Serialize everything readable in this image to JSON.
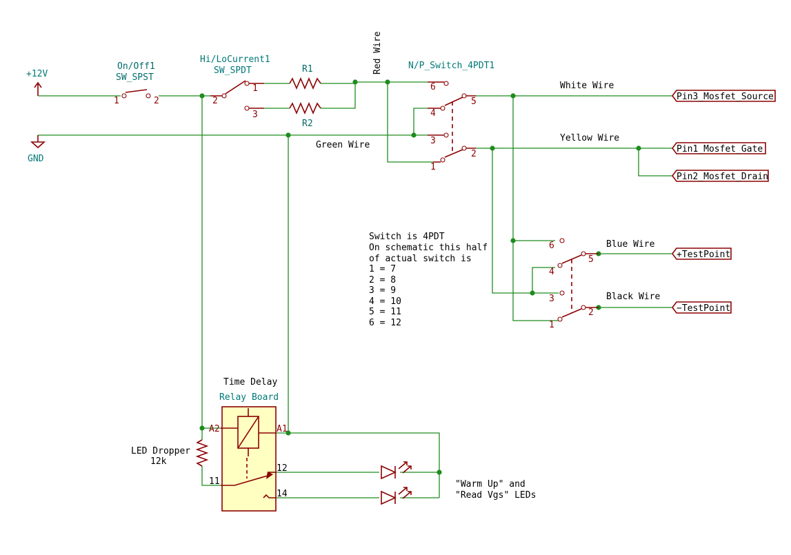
{
  "power": {
    "vcc": "+12V",
    "gnd": "GND"
  },
  "components": {
    "sw1": {
      "ref": "On/Off1",
      "value": "SW_SPST",
      "pins": [
        "1",
        "2"
      ]
    },
    "sw2": {
      "ref": "Hi/LoCurrent1",
      "value": "SW_SPDT",
      "pins": [
        "2",
        "1",
        "3"
      ]
    },
    "r1": {
      "ref": "R1"
    },
    "r2": {
      "ref": "R2"
    },
    "sw3": {
      "ref": "N/P_Switch_4PDT1",
      "pins_top": [
        "6",
        "4",
        "5",
        "3",
        "1",
        "2"
      ],
      "pins_bottom": [
        "6",
        "4",
        "5",
        "3",
        "1",
        "2"
      ]
    },
    "relay": {
      "ref": "Time Delay",
      "value": "Relay Board",
      "pins": [
        "A2",
        "A1",
        "11",
        "12",
        "14"
      ]
    },
    "dropper": {
      "ref": "LED Dropper",
      "value": "12k"
    }
  },
  "wires": {
    "red": "Red Wire",
    "white": "White Wire",
    "green": "Green Wire",
    "yellow": "Yellow Wire",
    "blue": "Blue Wire",
    "black": "Black Wire"
  },
  "labels": {
    "source": "Pin3_Mosfet_Source",
    "gate": "Pin1_Mosfet_Gate",
    "drain": "Pin2_Mosfet_Drain",
    "tp_plus": "+TestPoint",
    "tp_minus": "−TestPoint"
  },
  "notes": {
    "switch": [
      "Switch is 4PDT",
      "On schematic this half",
      "of actual switch is",
      "1 = 7",
      "2 = 8",
      "3 = 9",
      "4 = 10",
      "5 = 11",
      "6 = 12"
    ],
    "leds": [
      "\"Warm Up\"  and",
      "\"Read Vgs\" LEDs"
    ]
  },
  "colors": {
    "wire": "#1e8c1e",
    "component": "#8c0000",
    "reference": "#007878",
    "body": "#ffffc2"
  }
}
